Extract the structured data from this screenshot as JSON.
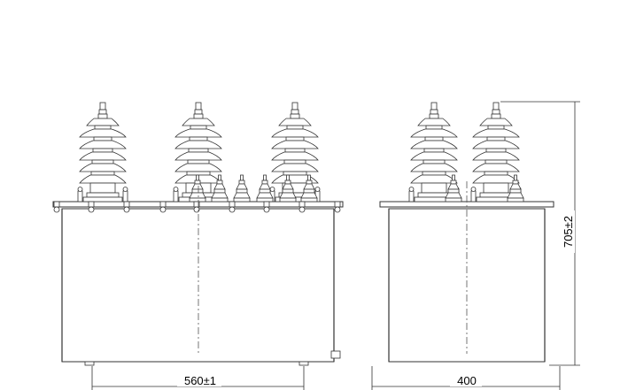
{
  "drawing": {
    "front_view": {
      "width_dimension": "560±1"
    },
    "side_view": {
      "width_dimension": "400",
      "height_dimension": "705±2"
    }
  }
}
